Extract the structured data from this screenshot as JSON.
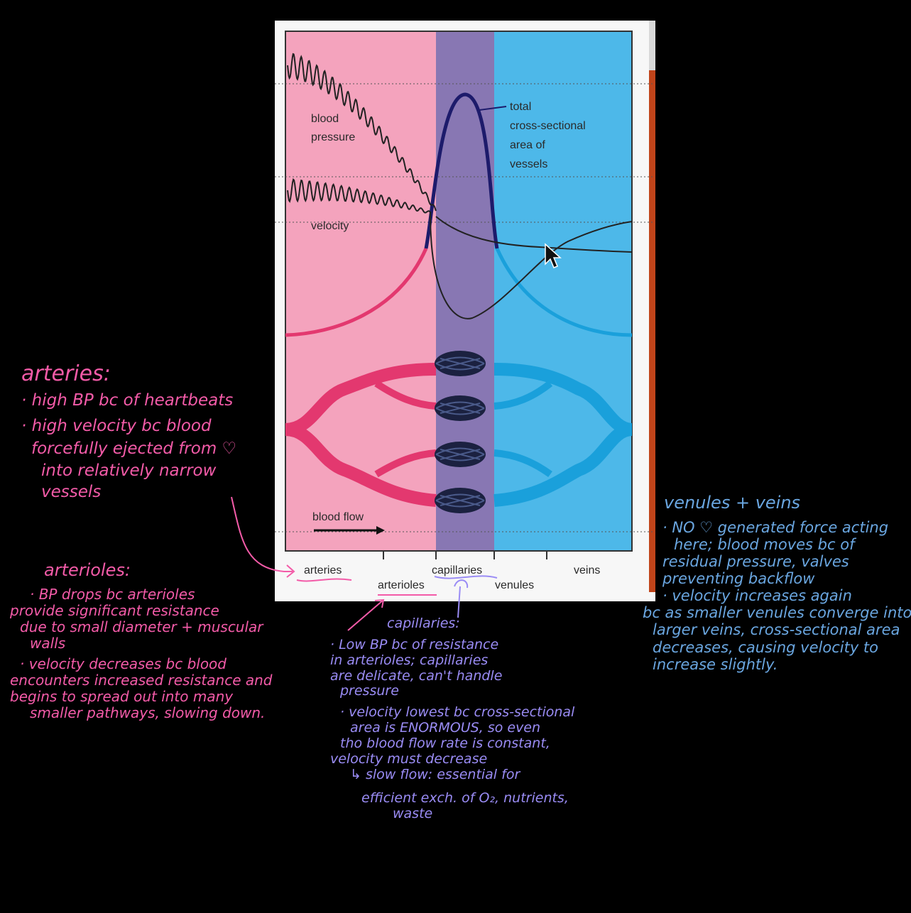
{
  "diagram": {
    "labels": {
      "blood_pressure": [
        "blood",
        "pressure"
      ],
      "velocity": "velocity",
      "total_area": [
        "total",
        "cross-sectional",
        "area of",
        "vessels"
      ],
      "blood_flow": "blood flow"
    },
    "vessel_labels": {
      "arteries": "arteries",
      "arterioles": "arterioles",
      "capillaries": "capillaries",
      "venules": "venules",
      "veins": "veins"
    },
    "colors": {
      "arterial": "#f4a3bd",
      "capillary": "#8877b3",
      "venous": "#4db8e9",
      "arterial_vessel": "#e3386f",
      "venous_vessel": "#1aa0db",
      "area_curve": "#1d1b6b"
    }
  },
  "notes": {
    "arteries": {
      "title": "arteries:",
      "lines": [
        "· high BP bc of heartbeats",
        "· high velocity bc blood",
        "forcefully ejected from ♡",
        "into relatively narrow",
        "vessels"
      ]
    },
    "arterioles": {
      "title": "arterioles:",
      "lines": [
        "· BP drops bc arterioles",
        "provide significant resistance",
        "due to small diameter + muscular",
        "walls",
        "· velocity decreases bc blood",
        "encounters increased resistance and",
        "begins to spread out into many",
        "smaller pathways, slowing down."
      ]
    },
    "capillaries": {
      "title": "capillaries:",
      "lines": [
        "· Low BP bc of resistance",
        "in arterioles; capillaries",
        "are delicate, can't handle",
        "pressure",
        "· velocity lowest bc cross-sectional",
        "area is ENORMOUS, so even",
        "tho blood flow rate is constant,",
        "velocity must decrease",
        "↳ slow flow: essential for",
        "efficient exch. of O₂, nutrients,",
        "waste"
      ]
    },
    "veins": {
      "title": "venules + veins",
      "lines": [
        "· NO ♡ generated force acting",
        "here; blood moves bc of",
        "residual pressure, valves",
        "preventing backflow",
        "· velocity increases again",
        "bc as smaller venules converge into",
        "larger veins, cross-sectional area",
        "decreases, causing velocity to",
        "increase slightly."
      ]
    }
  }
}
